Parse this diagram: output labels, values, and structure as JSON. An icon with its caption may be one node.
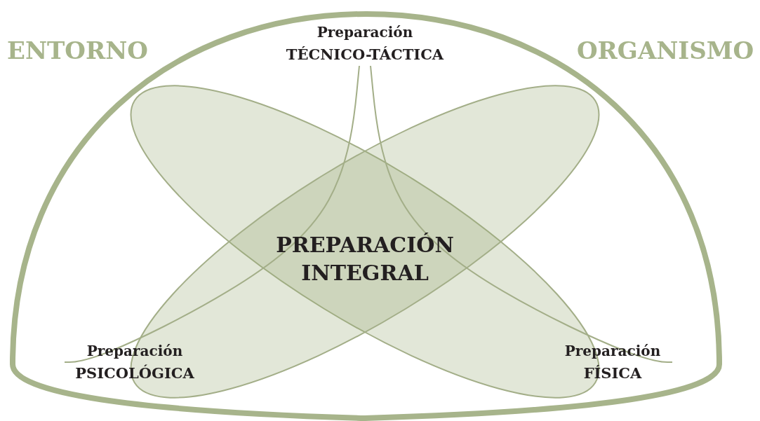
{
  "diagram": {
    "nodes": [
      {
        "text": [
          "Preparación",
          "TÉCNICO-TÁCTICA"
        ]
      },
      {
        "text": [
          "Preparación",
          "PSICOLÓGICA"
        ]
      },
      {
        "text": [
          "Preparación",
          "FÍSICA"
        ]
      }
    ],
    "edges": [
      {
        "from": 0,
        "to": 1,
        "arrow": "none"
      },
      {
        "from": 0,
        "to": 2,
        "arrow": "none"
      }
    ],
    "labels": [
      "ENTORNO",
      "ORGANISMO",
      "PREPARACIÓN INTEGRAL"
    ]
  }
}
